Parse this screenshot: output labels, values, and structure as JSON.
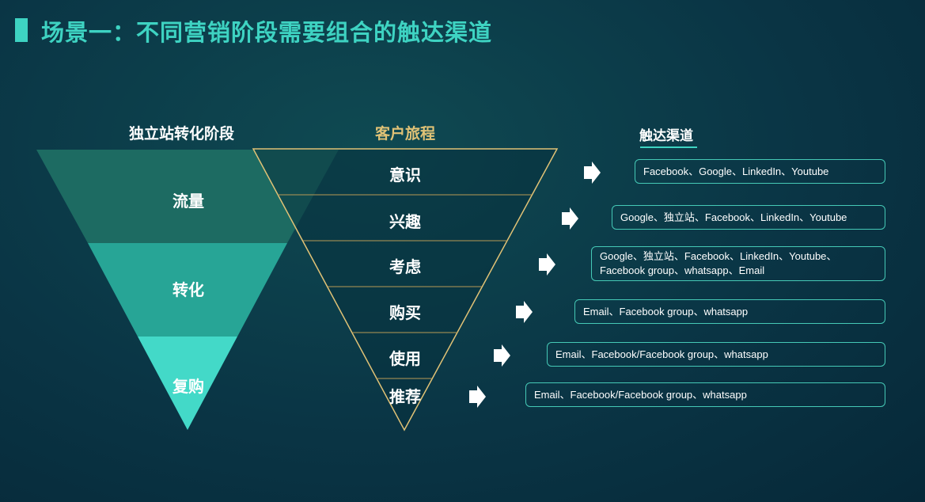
{
  "title": "场景一：不同营销阶段需要组合的触达渠道",
  "headers": {
    "left": "独立站转化阶段",
    "middle": "客户旅程",
    "right": "触达渠道"
  },
  "site_stages": [
    "流量",
    "转化",
    "复购"
  ],
  "journey": [
    "意识",
    "兴趣",
    "考虑",
    "购买",
    "使用",
    "推荐"
  ],
  "channels": [
    "Facebook、Google、LinkedIn、Youtube",
    "Google、独立站、Facebook、LinkedIn、Youtube",
    "Google、独立站、Facebook、LinkedIn、Youtube、Facebook group、whatsapp、Email",
    "Email、Facebook group、whatsapp",
    "Email、Facebook/Facebook group、whatsapp",
    "Email、Facebook/Facebook group、whatsapp"
  ],
  "colors": {
    "accent": "#3ed3c2",
    "gold": "#e0c276",
    "band1": "#1d6b62",
    "band2": "#27a596",
    "band3": "#43d9c8"
  }
}
